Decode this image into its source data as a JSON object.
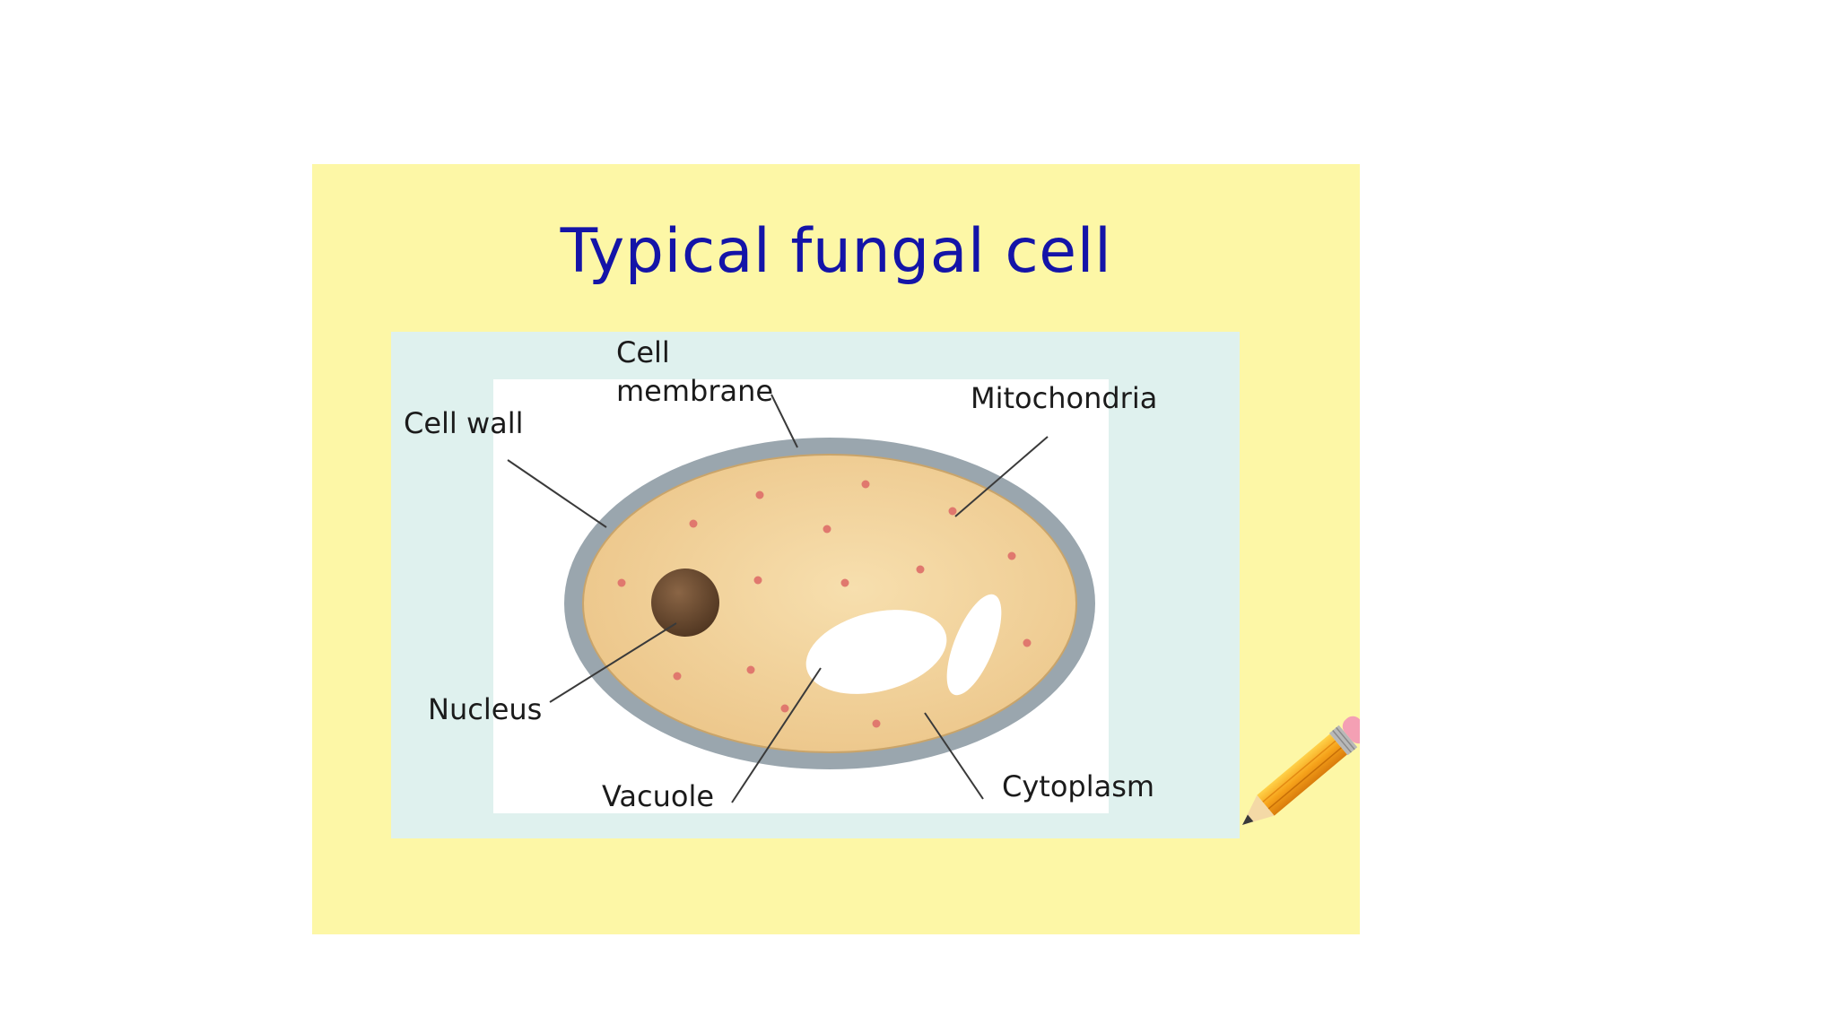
{
  "slide": {
    "title": "Typical fungal cell"
  },
  "diagram": {
    "labels": {
      "cell_membrane_line1": "Cell",
      "cell_membrane_line2": "membrane",
      "mitochondria": "Mitochondria",
      "cell_wall": "Cell wall",
      "nucleus": "Nucleus",
      "vacuole": "Vacuole",
      "cytoplasm": "Cytoplasm"
    },
    "colors": {
      "slide_background": "#fdf7a6",
      "panel_outer": "#dff1ee",
      "panel_inner": "#ffffff",
      "cell_wall": "#9aa6ae",
      "cytoplasm": "#f0cf95",
      "nucleus": "#6b4a30",
      "vacuole": "#ffffff",
      "mitochondria_dots": "#e0786e",
      "title": "#1414a8"
    },
    "icons": [
      "pencil-icon"
    ]
  }
}
